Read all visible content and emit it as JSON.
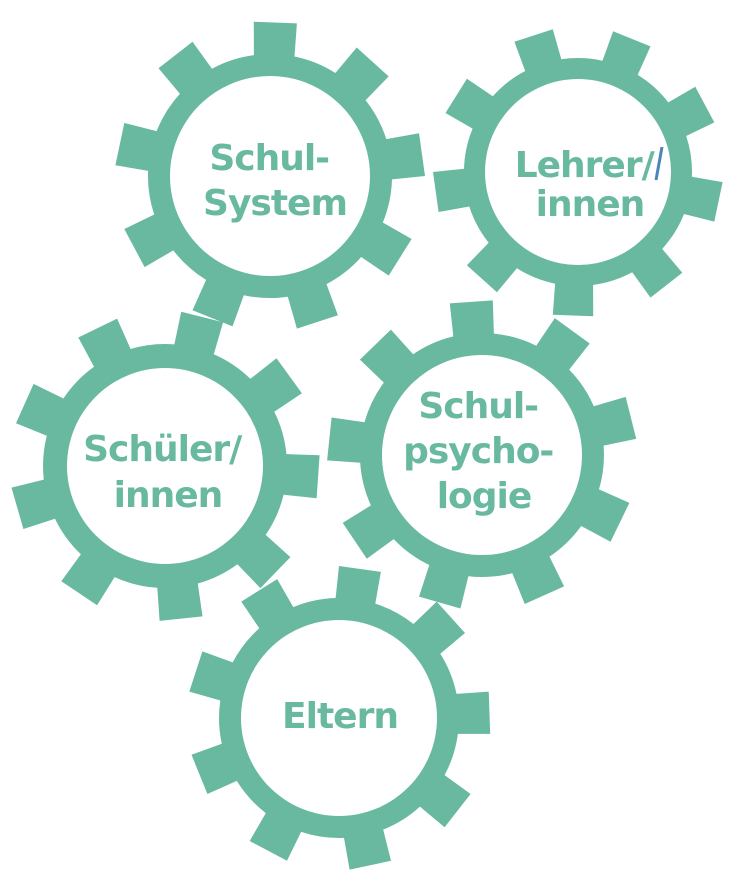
{
  "colors": {
    "gear_fill": "#68b9a0",
    "gear_center": "#ffffff",
    "label": "#68b9a0",
    "slash_accent": "#4a86b8"
  },
  "gears": [
    {
      "id": "schul-system",
      "lines": [
        "Schul-",
        "System"
      ]
    },
    {
      "id": "lehrer-innen",
      "lines": [
        "Lehrer/",
        "innen"
      ]
    },
    {
      "id": "schueler-innen",
      "lines": [
        "Schüler/",
        "innen"
      ]
    },
    {
      "id": "schulpsychologie",
      "lines": [
        "Schul-",
        "psycho-",
        "logie"
      ]
    },
    {
      "id": "eltern",
      "lines": [
        "Eltern"
      ]
    }
  ]
}
